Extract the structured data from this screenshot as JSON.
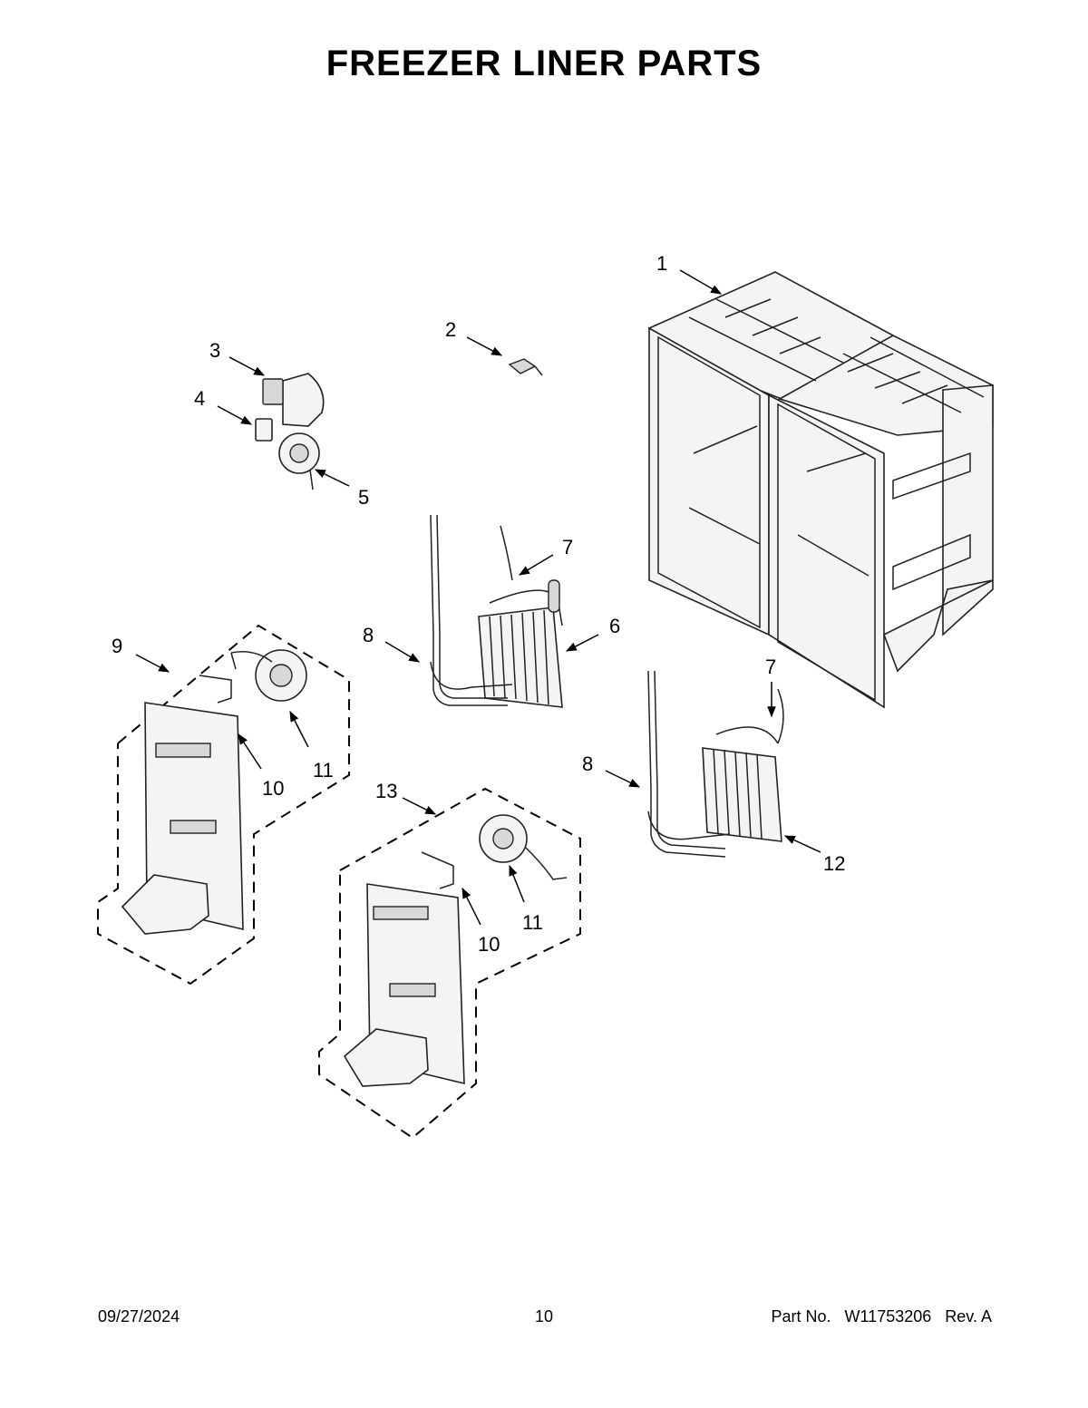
{
  "title": "FREEZER LINER PARTS",
  "callouts": {
    "c1": "1",
    "c2": "2",
    "c3": "3",
    "c4": "4",
    "c5": "5",
    "c6": "6",
    "c7a": "7",
    "c7b": "7",
    "c8a": "8",
    "c8b": "8",
    "c9": "9",
    "c10a": "10",
    "c10b": "10",
    "c11a": "11",
    "c11b": "11",
    "c12": "12",
    "c13": "13"
  },
  "footer": {
    "date": "09/27/2024",
    "page": "10",
    "part_label": "Part No.",
    "part_number": "W11753206",
    "rev": "Rev.  A"
  }
}
